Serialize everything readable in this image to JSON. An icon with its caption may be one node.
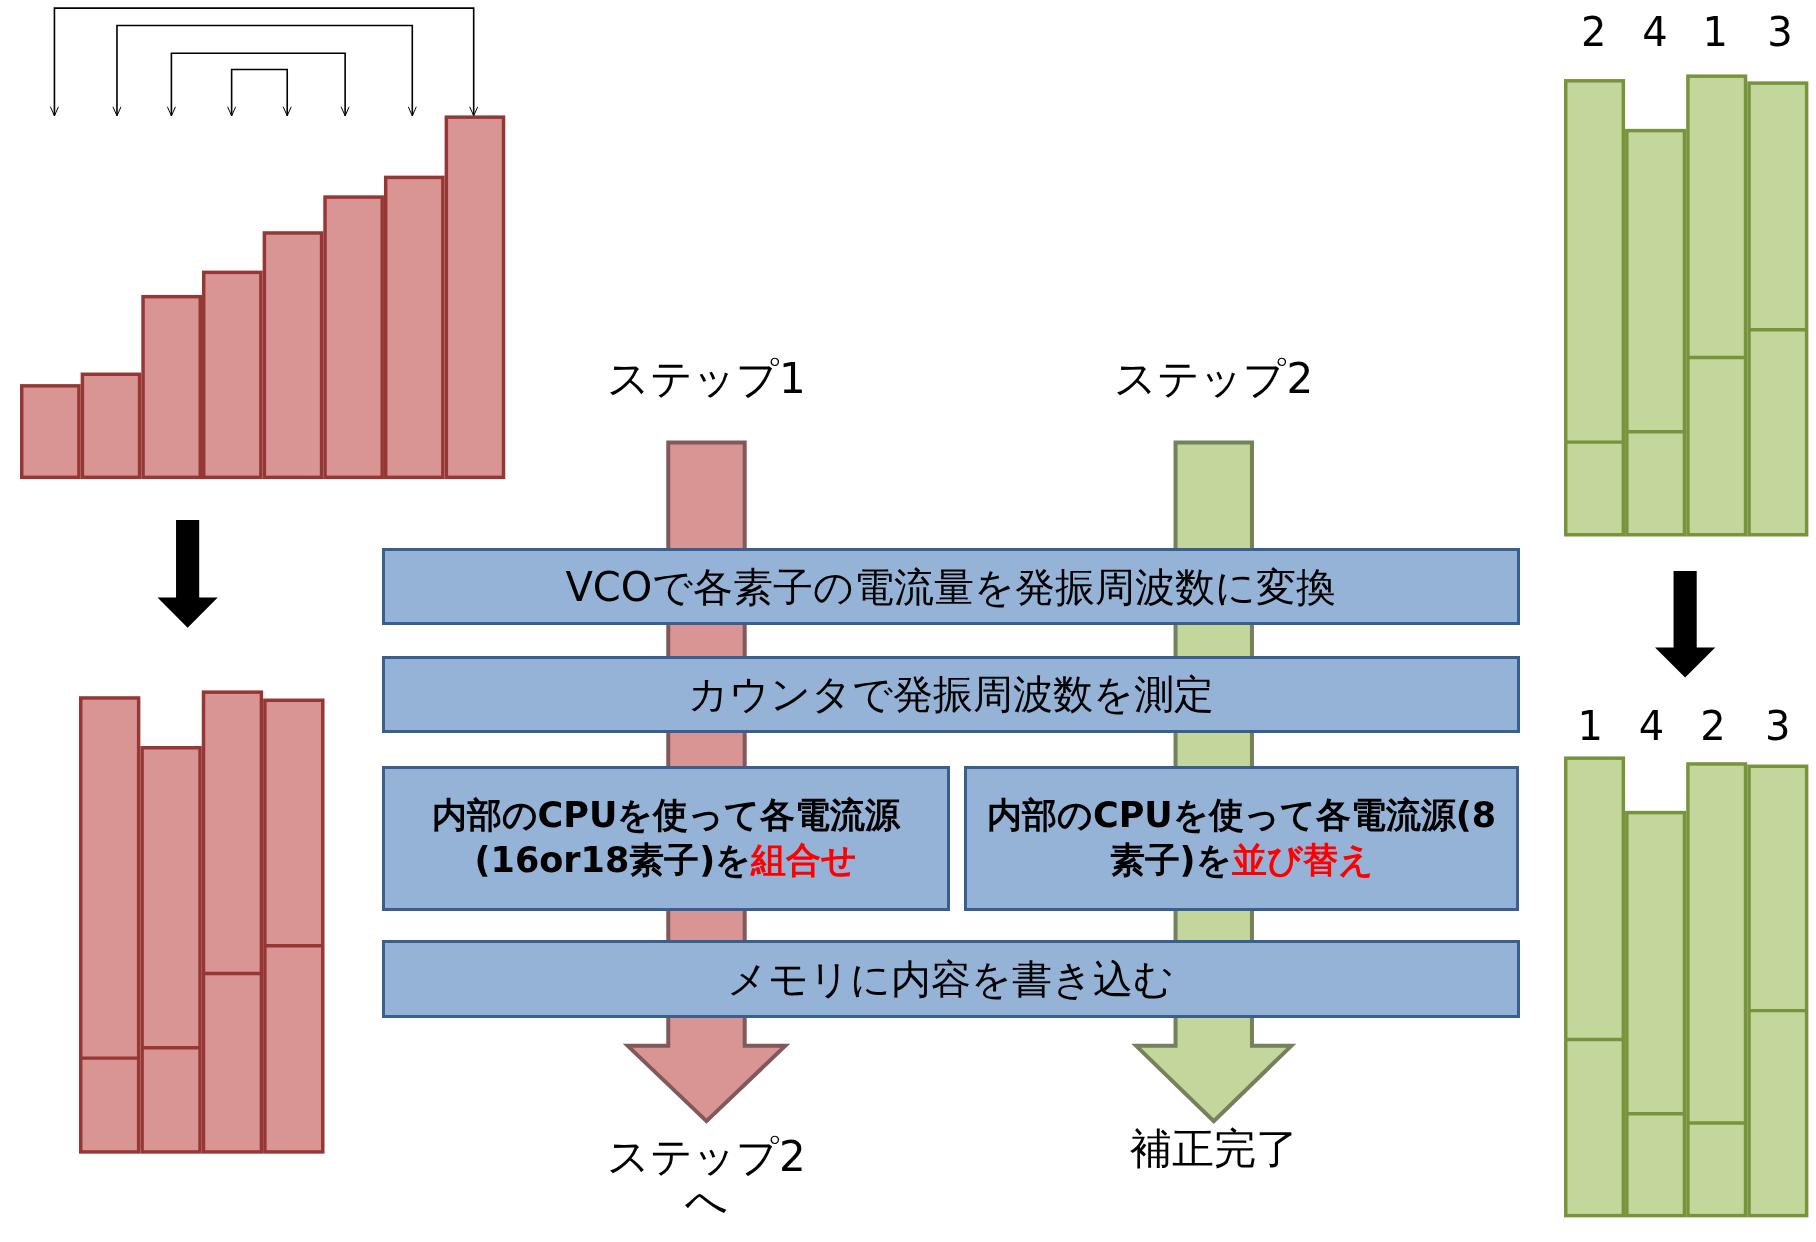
{
  "diagram": {
    "nodes": [
      {
        "text": [],
        "shape": "bar"
      },
      {
        "text": [],
        "shape": "bar"
      },
      {
        "text": [],
        "shape": "bar",
        "beside": [
          "2",
          "4",
          "1",
          "3"
        ]
      },
      {
        "text": [],
        "shape": "bar",
        "beside": [
          "1",
          "4",
          "2",
          "3"
        ]
      },
      {
        "text": [
          "ステップ1"
        ]
      },
      {
        "text": [
          "ステップ2"
        ]
      },
      {
        "text": [
          "VCOで各素子の電流量を発振周波数に変換"
        ]
      },
      {
        "text": [
          "カウンタで発振周波数を測定"
        ]
      },
      {
        "text": [
          "内部のCPUを使って各電流源(16or18素子)を**組合せ**"
        ]
      },
      {
        "text": [
          "内部のCPUを使って各電流源(8素子)を**並び替え**"
        ]
      },
      {
        "text": [
          "メモリに内容を書き込む"
        ]
      },
      {
        "text": [
          "ステップ2へ"
        ]
      },
      {
        "text": [
          "補正完了"
        ]
      }
    ],
    "edges": [
      {
        "from": 0,
        "to": 1,
        "arrow": "to",
        "style": "thick"
      },
      {
        "from": 2,
        "to": 3,
        "arrow": "to",
        "style": "thick"
      },
      {
        "from": 4,
        "to": 11,
        "arrow": "to",
        "style": "thick",
        "color": "#d99594"
      },
      {
        "from": 5,
        "to": 12,
        "arrow": "to",
        "style": "thick",
        "color": "#c3d69b"
      },
      {
        "from": 0,
        "to": 0,
        "arrow": "both"
      },
      {
        "from": 0,
        "to": 0,
        "arrow": "both"
      },
      {
        "from": 0,
        "to": 0,
        "arrow": "both"
      },
      {
        "from": 0,
        "to": 0,
        "arrow": "both"
      }
    ]
  }
}
